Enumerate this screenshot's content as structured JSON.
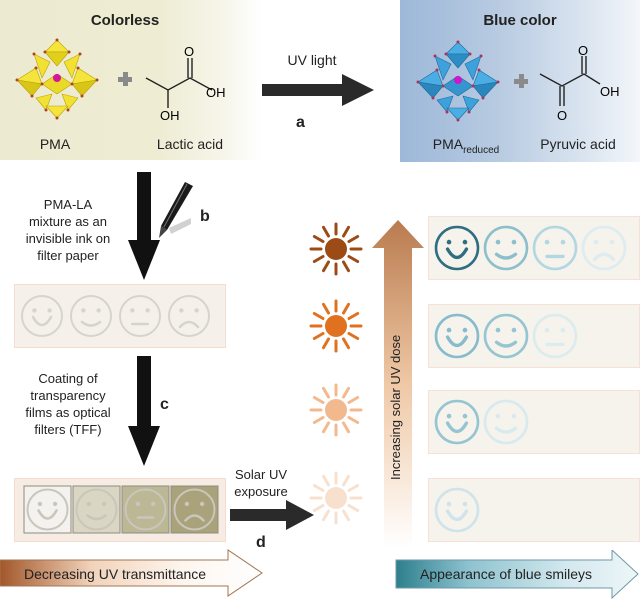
{
  "panel_colorless": {
    "title": "Colorless",
    "reactant1_label": "PMA",
    "reactant2_label": "Lactic acid",
    "reactant2_groups": {
      "oh_top": "OH",
      "oh_bottom": "OH",
      "o": "O"
    },
    "plus": "+",
    "colors": {
      "background": "#ecead0",
      "polyhedra": "#f2e22a"
    }
  },
  "panel_blue": {
    "title": "Blue color",
    "product1_label": "PMA",
    "product1_subscript": "reduced",
    "product2_label": "Pyruvic acid",
    "product2_groups": {
      "oh": "OH",
      "o_top": "O",
      "o_bottom": "O"
    },
    "plus": "+",
    "colors": {
      "background": "#a9c1dd",
      "polyhedra": "#3a9bd6"
    }
  },
  "step_a": {
    "letter": "a",
    "label": "UV light"
  },
  "step_b": {
    "letter": "b",
    "label_lines": [
      "PMA-LA",
      "mixture as an",
      "invisible ink on",
      "filter paper"
    ]
  },
  "step_c": {
    "letter": "c",
    "label_lines": [
      "Coating of",
      "transparency",
      "films as optical",
      "filters (TFF)"
    ]
  },
  "step_d": {
    "letter": "d",
    "label_lines": [
      "Solar UV",
      "exposure"
    ]
  },
  "invisible_smileys": [
    "happy",
    "smile",
    "neutral",
    "sad"
  ],
  "filter_smileys": [
    {
      "face": "happy",
      "filter_color": "#f3f2ee"
    },
    {
      "face": "smile",
      "filter_color": "#d9d6c4"
    },
    {
      "face": "neutral",
      "filter_color": "#bcb795"
    },
    {
      "face": "sad",
      "filter_color": "#a9a27a"
    }
  ],
  "bottom_left_arrow": {
    "label": "Decreasing UV transmittance",
    "color_start": "#a2572a"
  },
  "bottom_right_arrow": {
    "label": "Appearance of blue smileys",
    "color_start": "#2d7f8d"
  },
  "uv_dose_arrow": {
    "label": "Increasing solar UV dose",
    "color_top": "#b97b4e"
  },
  "uv_levels": [
    {
      "sun_color": "#9c4b16",
      "smileys": [
        {
          "face": "happy",
          "color": "#2e6e80"
        },
        {
          "face": "smile",
          "color": "#8cbfcc"
        },
        {
          "face": "neutral",
          "color": "#b1d7e1"
        },
        {
          "face": "sad",
          "color": "#dcecf0"
        }
      ]
    },
    {
      "sun_color": "#e0711f",
      "smileys": [
        {
          "face": "happy",
          "color": "#86bccb"
        },
        {
          "face": "smile",
          "color": "#95c5d1"
        },
        {
          "face": "neutral",
          "color": "#dbecf1"
        }
      ]
    },
    {
      "sun_color": "#f3b98e",
      "smileys": [
        {
          "face": "happy",
          "color": "#95c5d1"
        },
        {
          "face": "smile",
          "color": "#d7eaef"
        }
      ]
    },
    {
      "sun_color": "#f8e0cf",
      "smileys": [
        {
          "face": "happy",
          "color": "#cfe4ea"
        }
      ]
    }
  ]
}
